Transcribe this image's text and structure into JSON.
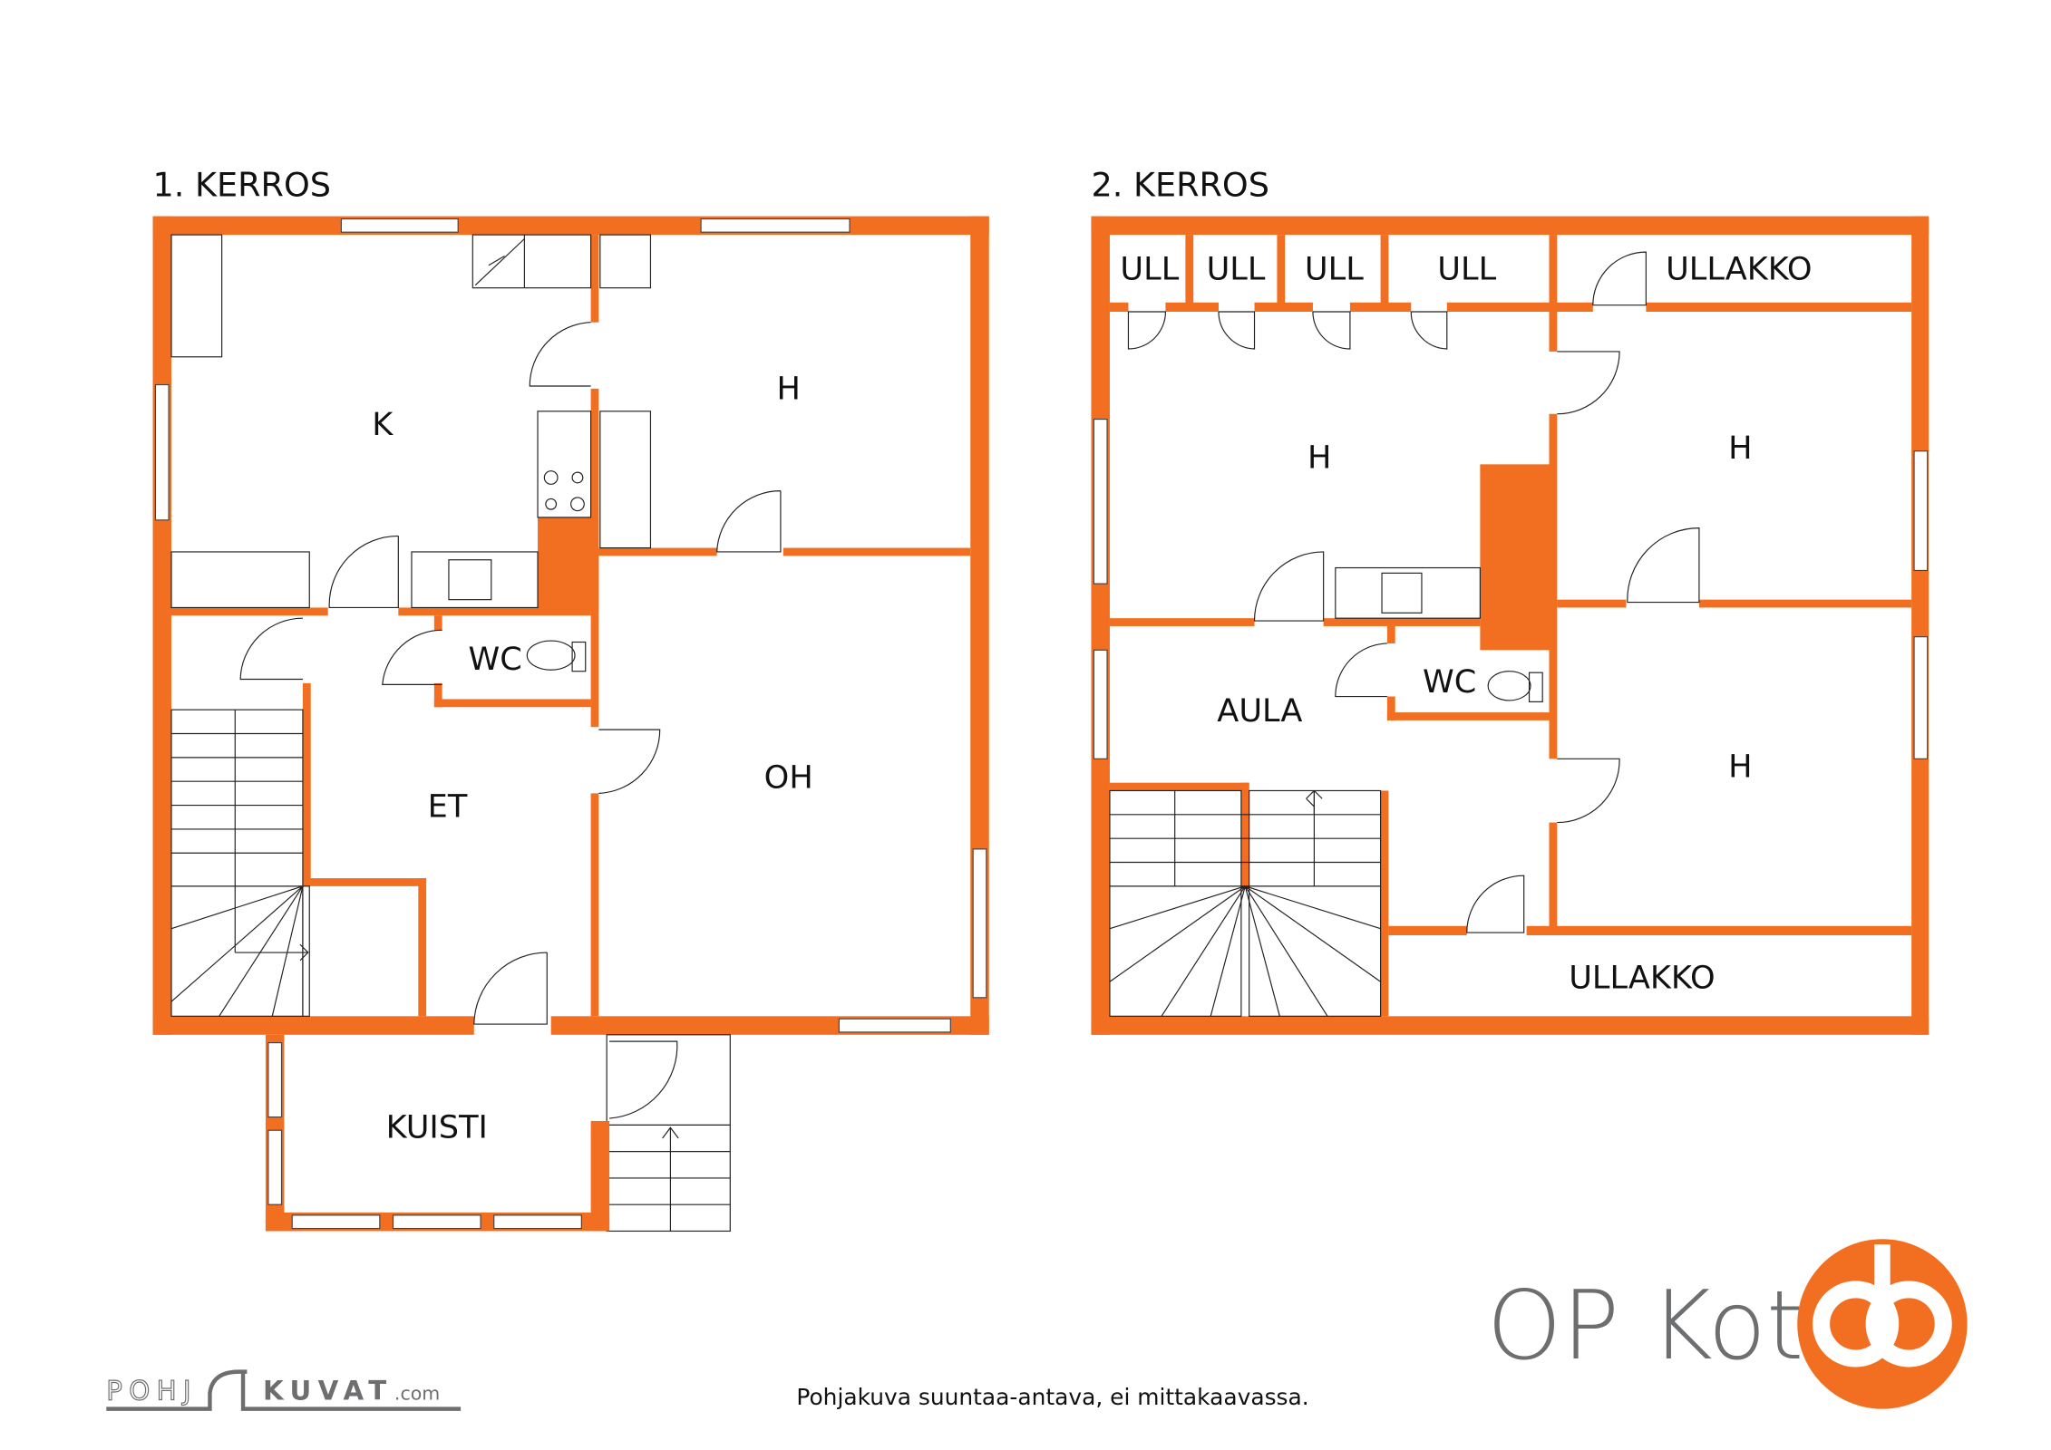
{
  "floor1": {
    "title": "1. KERROS",
    "rooms": [
      "K",
      "H",
      "WC",
      "OH",
      "ET",
      "KUISTI"
    ]
  },
  "floor2": {
    "title": "2. KERROS",
    "rooms": [
      "ULL",
      "ULL",
      "ULL",
      "ULL",
      "ULLAKKO",
      "H",
      "H",
      "AULA",
      "WC",
      "H",
      "ULLAKKO"
    ]
  },
  "footer": {
    "disclaimer": "Pohjakuva suuntaa-antava, ei mittakaavassa.",
    "pohjakuvat_logo": "POHJAKUVAT.com",
    "pohj": "POHJ",
    "kuvat": "KUVAT",
    "com": ".com",
    "brand": "OP Koti"
  },
  "colors": {
    "wall": "#f26f21",
    "brand_gray": "#6d6e70"
  }
}
